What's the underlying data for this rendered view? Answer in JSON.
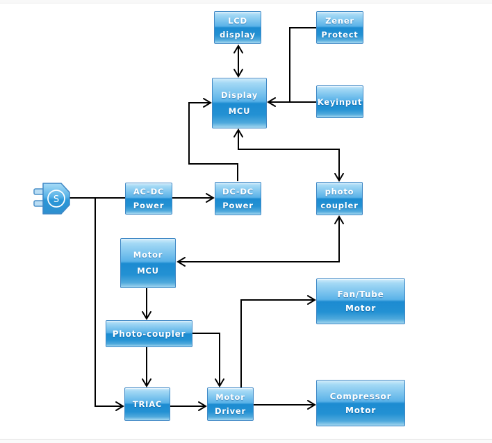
{
  "nodes": {
    "lcd_display": {
      "line1": "LCD",
      "line2": "display"
    },
    "zener_protect": {
      "line1": "Zener",
      "line2": "Protect"
    },
    "display_mcu": {
      "line1": "Display",
      "line2": "MCU"
    },
    "keyinput": {
      "line1": "Keyinput"
    },
    "ac_dc_power": {
      "line1": "AC-DC",
      "line2": "Power"
    },
    "dc_dc_power": {
      "line1": "DC-DC",
      "line2": "Power"
    },
    "photo_coupler": {
      "line1": "photo",
      "line2": "coupler"
    },
    "motor_mcu": {
      "line1": "Motor",
      "line2": "MCU"
    },
    "photo_coupler2": {
      "line1": "Photo-coupler"
    },
    "triac": {
      "line1": "TRIAC"
    },
    "motor_driver": {
      "line1": "Motor",
      "line2": "Driver"
    },
    "fan_tube_motor": {
      "line1": "Fan/Tube",
      "line2": "Motor"
    },
    "compressor_motor": {
      "line1": "Compressor",
      "line2": "Motor"
    }
  },
  "plug": {
    "letter": "S"
  },
  "connections": [
    {
      "from": "LCD display",
      "to": "Display MCU",
      "bidirectional": true
    },
    {
      "from": "Zener Protect",
      "to": "Display MCU",
      "bidirectional": false
    },
    {
      "from": "Keyinput",
      "to": "Display MCU",
      "bidirectional": false
    },
    {
      "from": "Power plug",
      "to": "AC-DC Power",
      "bidirectional": false
    },
    {
      "from": "Power plug",
      "to": "TRIAC",
      "bidirectional": false
    },
    {
      "from": "AC-DC Power",
      "to": "DC-DC Power",
      "bidirectional": false
    },
    {
      "from": "DC-DC Power",
      "to": "Display MCU",
      "bidirectional": false
    },
    {
      "from": "Display MCU",
      "to": "photo coupler",
      "bidirectional": true
    },
    {
      "from": "photo coupler",
      "to": "Motor MCU",
      "bidirectional": true
    },
    {
      "from": "Motor MCU",
      "to": "Photo-coupler",
      "bidirectional": false
    },
    {
      "from": "Photo-coupler",
      "to": "TRIAC",
      "bidirectional": false
    },
    {
      "from": "Photo-coupler",
      "to": "Motor Driver",
      "bidirectional": false
    },
    {
      "from": "TRIAC",
      "to": "Motor Driver",
      "bidirectional": false
    },
    {
      "from": "Motor Driver",
      "to": "Fan/Tube Motor",
      "bidirectional": false
    },
    {
      "from": "Motor Driver",
      "to": "Compressor Motor",
      "bidirectional": false
    }
  ],
  "colors": {
    "box_gradient_top": "#a4d9f5",
    "box_gradient_mid": "#1c8bd1",
    "box_border": "#3f88c5",
    "wire": "#000000",
    "page_background": "#ffffff",
    "frame_band": "#f8f8f8"
  }
}
